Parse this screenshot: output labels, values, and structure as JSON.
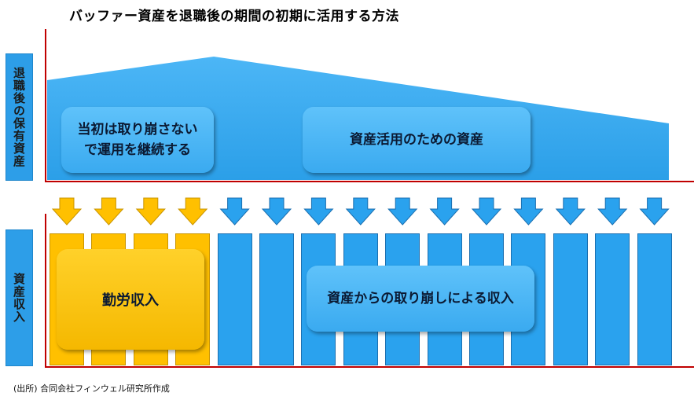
{
  "title": "バッファー資産を退職後の期間の初期に活用する方法",
  "side_labels": {
    "assets": "退職後の保有資産",
    "income": "資産収入"
  },
  "boxes": {
    "initial_line1": "当初は取り崩さない",
    "initial_line2": "で運用を継続する",
    "asset_use": "資産活用のための資産",
    "work_income": "勤労収入",
    "withdrawal_income": "資産からの取り崩しによる収入"
  },
  "source": "(出所) 合同会社フィンウェル研究所作成",
  "periods": [
    {
      "type": "work"
    },
    {
      "type": "work"
    },
    {
      "type": "work"
    },
    {
      "type": "work"
    },
    {
      "type": "withdraw"
    },
    {
      "type": "withdraw"
    },
    {
      "type": "withdraw"
    },
    {
      "type": "withdraw"
    },
    {
      "type": "withdraw"
    },
    {
      "type": "withdraw"
    },
    {
      "type": "withdraw"
    },
    {
      "type": "withdraw"
    },
    {
      "type": "withdraw"
    },
    {
      "type": "withdraw"
    },
    {
      "type": "withdraw"
    }
  ],
  "colors": {
    "blue": "#2aa2ee",
    "gold": "#ffc000",
    "red_axis": "#c00000"
  }
}
